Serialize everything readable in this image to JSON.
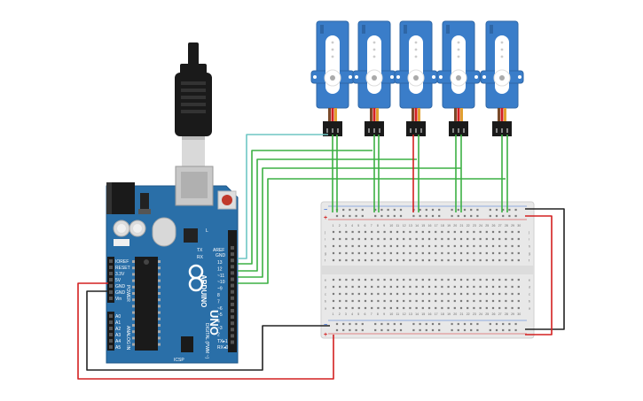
{
  "arduino": {
    "brand": "ARDUINO",
    "model": "UNO",
    "aref": "AREF",
    "gnd": "GND",
    "pin_labels": [
      "13",
      "12",
      "~11",
      "~10",
      "~9",
      "8",
      "7",
      "~6",
      "~5",
      "4",
      "~3",
      "2",
      "TX▸1",
      "RX◂0"
    ],
    "digital_label": "DIGITAL (PWM ~)",
    "power_pins": [
      "IOREF",
      "RESET",
      "3.3V",
      "5V",
      "GND",
      "GND",
      "Vin"
    ],
    "power_label": "POWER",
    "analog_pins": [
      "A0",
      "A1",
      "A2",
      "A3",
      "A4",
      "A5"
    ],
    "analog_label": "ANALOG IN",
    "led_labels": [
      "TX",
      "RX"
    ],
    "led_l": "L",
    "icsp": "ICSP"
  },
  "breadboard": {
    "columns": 30,
    "rows_top": [
      "j",
      "i",
      "h",
      "g",
      "f"
    ],
    "rows_bottom": [
      "e",
      "d",
      "c",
      "b",
      "a"
    ],
    "rail_plus": "+",
    "rail_minus": "−"
  },
  "servos": {
    "count": 5
  },
  "colors": {
    "board_blue": "#2a6fa8",
    "servo_blue": "#3a7dc9",
    "wire_green": "#3cb043",
    "wire_red": "#d32020",
    "wire_black": "#222222",
    "wire_teal": "#6ec6c4"
  }
}
